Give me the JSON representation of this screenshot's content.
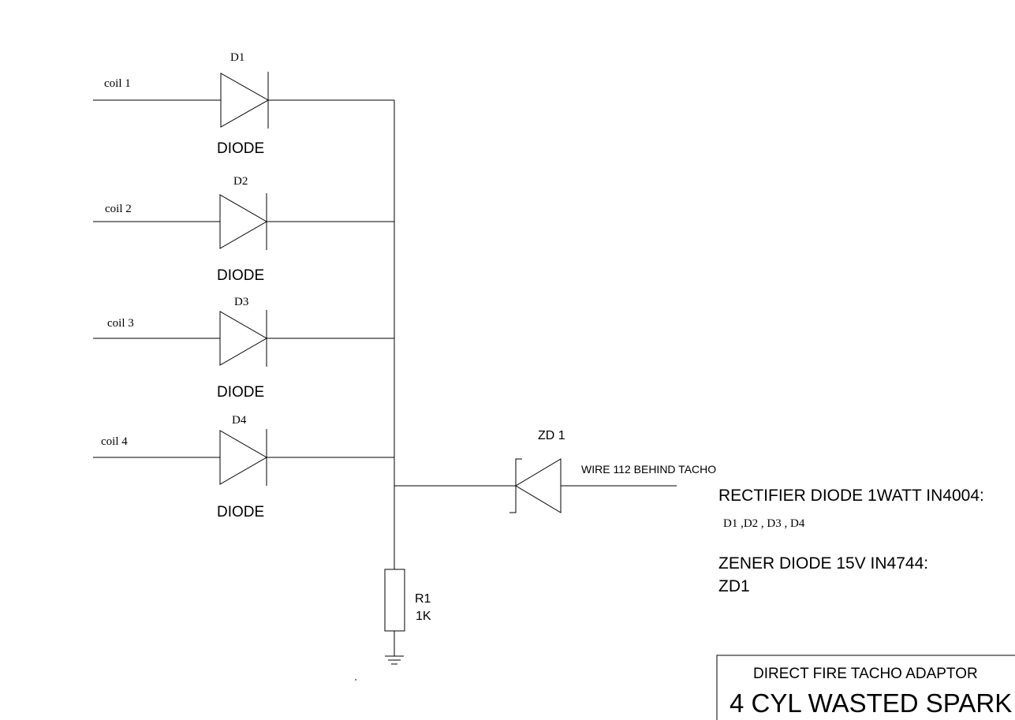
{
  "diodes": [
    {
      "ref": "D1",
      "type": "DIODE",
      "input": "coil 1"
    },
    {
      "ref": "D2",
      "type": "DIODE",
      "input": "coil 2"
    },
    {
      "ref": "D3",
      "type": "DIODE",
      "input": "coil 3"
    },
    {
      "ref": "D4",
      "type": "DIODE",
      "input": "coil 4"
    }
  ],
  "zener": {
    "ref": "ZD 1",
    "output_label": "WIRE 112 BEHIND TACHO"
  },
  "resistor": {
    "ref": "R1",
    "value": "1K"
  },
  "notes": {
    "rectifier_heading": "RECTIFIER DIODE 1WATT IN4004:",
    "rectifier_parts": "D1 ,D2 , D3 , D4",
    "zener_heading": "ZENER DIODE 15V IN4744:",
    "zener_parts": "ZD1"
  },
  "title_block": {
    "subtitle": "DIRECT FIRE TACHO ADAPTOR",
    "title": "4 CYL WASTED SPARK"
  }
}
